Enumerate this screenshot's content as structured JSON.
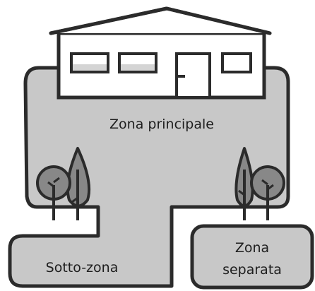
{
  "zones": {
    "main_label": "Zona principale",
    "sub_label": "Sotto-zona",
    "separate_label_line1": "Zona",
    "separate_label_line2": "separata"
  },
  "colors": {
    "zone_fill": "#c8c8c8",
    "outline": "#2b2b2b",
    "house_fill": "#ffffff",
    "window_glass": "#d4d4d4",
    "tree_fill": "#888888"
  },
  "icons": [
    "house-icon",
    "tree-icon"
  ]
}
